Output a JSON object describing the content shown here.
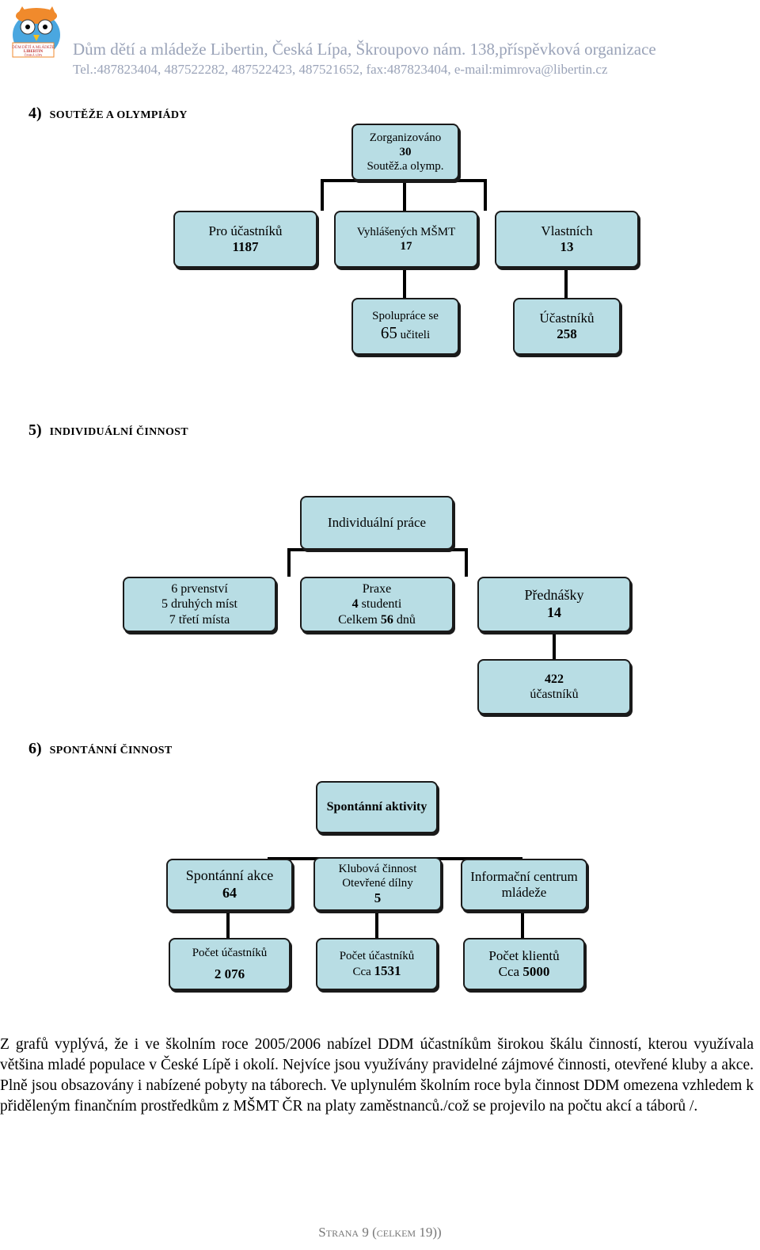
{
  "header": {
    "logo_text": [
      "DŮM DĚTÍ A MLÁDEŽE",
      "LIBERTIN",
      "ČESKÁ LÍPA"
    ],
    "line1": "Dům dětí a mládeže Libertin, Česká Lípa, Škroupovo nám. 138,příspěvková organizace",
    "line2": "Tel.:487823404, 487522282, 487522423, 487521652, fax:487823404, e-mail:mimrova@libertin.cz"
  },
  "sections": {
    "s4": {
      "num": "4)",
      "title": "SOUTĚŽE A OLYMPIÁDY"
    },
    "s5": {
      "num": "5)",
      "title": "INDIVIDUÁLNÍ ČINNOST"
    },
    "s6": {
      "num": "6)",
      "title": "SPONTÁNNÍ ČINNOST"
    }
  },
  "chart4": {
    "root": {
      "l1": "Zorganizováno",
      "l2": "30",
      "l3": "Soutěž.a olymp."
    },
    "pro": {
      "l1": "Pro účastníků",
      "l2": "1187"
    },
    "msmt": {
      "l1": "Vyhlášených MŠMT",
      "l2": "17"
    },
    "vlastnich": {
      "l1": "Vlastních",
      "l2": "13"
    },
    "spoluprace": {
      "l1": "Spolupráce se",
      "num": "65",
      "l2": "učiteli"
    },
    "ucastniku": {
      "l1": "Účastníků",
      "l2": "258"
    }
  },
  "chart5": {
    "root": {
      "l1": "Individuální práce"
    },
    "prvenstvi": {
      "l1": "6 prvenství",
      "l2": "5 druhých míst",
      "l3": "7  třetí místa"
    },
    "praxe": {
      "l1": "Praxe",
      "l2a": "4",
      "l2b": " studenti",
      "l3a": "Celkem ",
      "l3b": "56",
      "l3c": " dnů"
    },
    "prednasky": {
      "l1": "Přednášky",
      "l2": "14"
    },
    "ucastniku": {
      "l1": "422",
      "l2": "účastníků"
    }
  },
  "chart6": {
    "root": {
      "l1": "Spontánní aktivity"
    },
    "akce": {
      "l1": "Spontánní akce",
      "l2": "64"
    },
    "klub": {
      "l1": "Klubová činnost",
      "l2": "Otevřené dílny",
      "l3": "5"
    },
    "info": {
      "l1": "Informační centrum",
      "l2": "mládeže"
    },
    "pocet1": {
      "l1": "Počet účastníků",
      "l2": "2 076"
    },
    "pocet2": {
      "l1": "Počet účastníků",
      "l2a": "Cca ",
      "l2b": "1531"
    },
    "pocet3": {
      "l1": "Počet klientů",
      "l2a": "Cca ",
      "l2b": "5000"
    }
  },
  "paragraph": "Z grafů vyplývá, že i ve školním roce 2005/2006 nabízel DDM účastníkům širokou škálu činností, kterou využívala většina mladé populace v České Lípě i okolí. Nejvíce jsou využívány pravidelné zájmové činnosti, otevřené kluby a akce. Plně jsou obsazovány i nabízené pobyty na táborech. Ve uplynulém školním roce byla činnost DDM omezena vzhledem k přiděleným finančním prostředkům z MŠMT ČR na platy zaměstnanců./což se projevilo na počtu akcí a táborů /.",
  "footer": {
    "strana": "Strana",
    "page": "9",
    "celkem": "celkem",
    "total": "19",
    "close": "))"
  }
}
